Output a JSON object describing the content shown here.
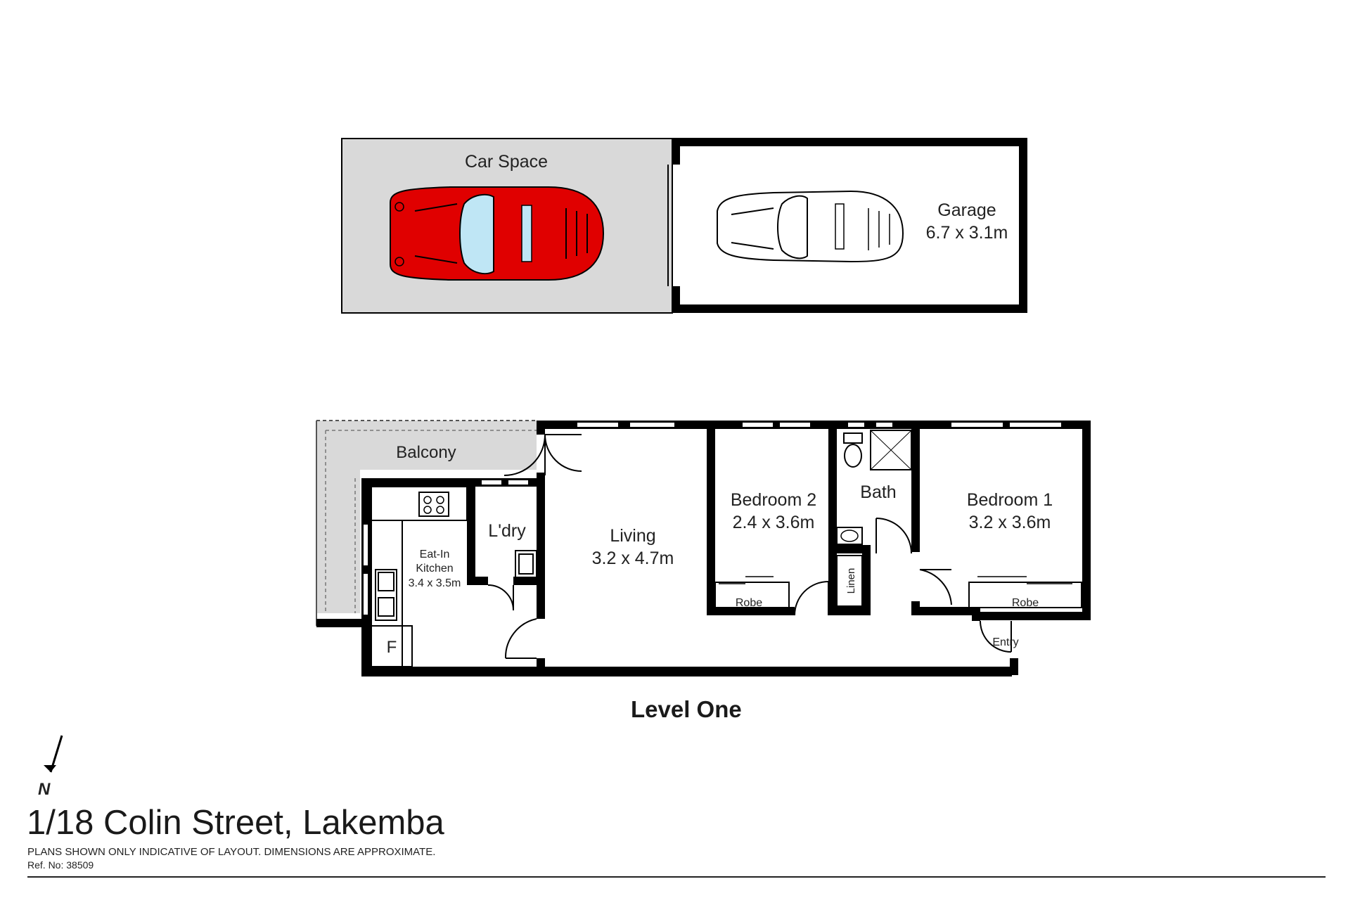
{
  "plan": {
    "car_space": {
      "label": "Car Space"
    },
    "garage": {
      "label": "Garage",
      "dims": "6.7 x 3.1m"
    },
    "balcony": {
      "label": "Balcony"
    },
    "kitchen": {
      "label_1": "Eat-In",
      "label_2": "Kitchen",
      "dims": "3.4 x 3.5m"
    },
    "laundry": {
      "label": "L'dry"
    },
    "living": {
      "label": "Living",
      "dims": "3.2 x 4.7m"
    },
    "bedroom2": {
      "label": "Bedroom 2",
      "dims": "2.4 x 3.6m"
    },
    "bath": {
      "label": "Bath"
    },
    "bedroom1": {
      "label": "Bedroom 1",
      "dims": "3.2 x 3.6m"
    },
    "robe": "Robe",
    "linen": "Linen",
    "entry": "Entry",
    "fridge": "F",
    "level": "Level One",
    "north": "N"
  },
  "footer": {
    "address": "1/18 Colin Street, Lakemba",
    "disclaimer": "PLANS SHOWN ONLY INDICATIVE OF LAYOUT.  DIMENSIONS ARE APPROXIMATE.",
    "ref": "Ref. No: 38509"
  },
  "colors": {
    "wall": "#000000",
    "car_space_fill": "#d9d9d9",
    "balcony_fill": "#d9d9d9",
    "red_car": "#e00000",
    "windscreen": "#bfe6f5"
  }
}
